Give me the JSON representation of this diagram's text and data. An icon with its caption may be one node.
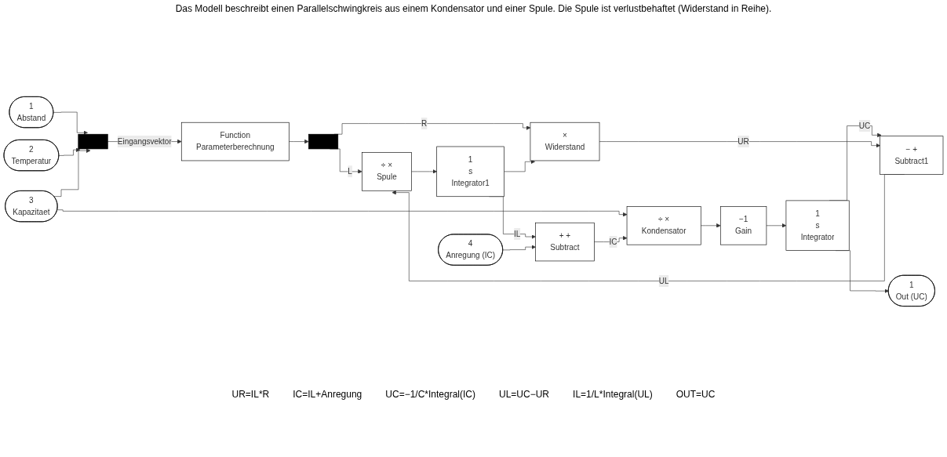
{
  "diagram": {
    "nodes": [
      {
        "text": [
          "1",
          "Abstand"
        ]
      },
      {
        "text": [
          "2",
          "Temperatur"
        ]
      },
      {
        "text": [
          "3",
          "Kapazitaet"
        ]
      },
      {
        "text": [
          "4",
          "Anregung (IC)"
        ]
      },
      {
        "text": [],
        "shape": "bar"
      },
      {
        "text": [
          "Function",
          "Parameterberechnung"
        ]
      },
      {
        "text": [],
        "shape": "bar"
      },
      {
        "text": [
          "×",
          "Widerstand"
        ]
      },
      {
        "text": [
          "+ +",
          "Subtract"
        ]
      },
      {
        "text": [
          "÷ ×",
          "Kondensator"
        ]
      },
      {
        "text": [
          "−1",
          "Gain"
        ]
      },
      {
        "text": [
          "1",
          "s",
          "Integrator"
        ]
      },
      {
        "text": [
          "− +",
          "Subtract1"
        ]
      },
      {
        "text": [
          "÷ ×",
          "Spule"
        ]
      },
      {
        "text": [
          "1",
          "s",
          "Integrator1"
        ]
      },
      {
        "text": [
          "1",
          "Out (UC)"
        ]
      }
    ],
    "edges": [
      {
        "from": 0,
        "to": 4,
        "arrow": "to"
      },
      {
        "from": 1,
        "to": 4,
        "arrow": "to"
      },
      {
        "from": 2,
        "to": 4,
        "arrow": "to"
      },
      {
        "from": 2,
        "to": 9,
        "arrow": "to"
      },
      {
        "from": 4,
        "to": 5,
        "label": "Eingangsvektor",
        "arrow": "to"
      },
      {
        "from": 5,
        "to": 6,
        "arrow": "to"
      },
      {
        "from": 6,
        "to": 13,
        "label": "L",
        "arrow": "to"
      },
      {
        "from": 6,
        "to": 7,
        "label": "R",
        "arrow": "to"
      },
      {
        "from": 14,
        "to": 7,
        "arrow": "to"
      },
      {
        "from": 14,
        "to": 8,
        "label": "IL",
        "arrow": "to"
      },
      {
        "from": 3,
        "to": 8,
        "arrow": "to"
      },
      {
        "from": 8,
        "to": 9,
        "label": "IC",
        "arrow": "to"
      },
      {
        "from": 9,
        "to": 10,
        "arrow": "to"
      },
      {
        "from": 10,
        "to": 11,
        "arrow": "to"
      },
      {
        "from": 11,
        "to": 12,
        "label": "UC",
        "arrow": "to"
      },
      {
        "from": 11,
        "to": 15,
        "arrow": "to"
      },
      {
        "from": 7,
        "to": 12,
        "label": "UR",
        "arrow": "to"
      },
      {
        "from": 12,
        "to": 13,
        "label": "UL",
        "arrow": "to"
      },
      {
        "from": 13,
        "to": 14,
        "arrow": "to"
      }
    ],
    "labels": [
      "Das Modell beschreibt einen Parallelschwingkreis aus einem Kondensator und einer Spule. Die Spule ist verlustbehaftet (Widerstand in Reihe).",
      "UR=IL*R",
      "IC=IL+Anregung",
      "UC=−1/C*Integral(IC)",
      "UL=UC−UR",
      "IL=1/L*Integral(UL)",
      "OUT=UC"
    ]
  }
}
